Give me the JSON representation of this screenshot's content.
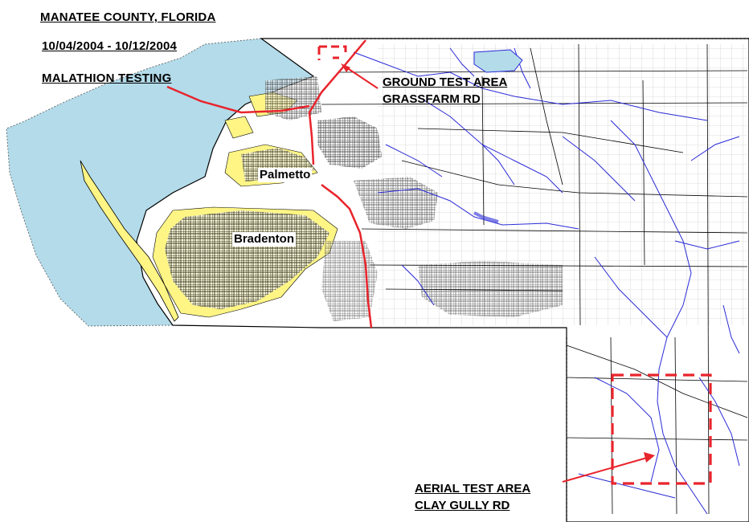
{
  "titles": {
    "county": "MANATEE COUNTY, FLORIDA",
    "dates": "10/04/2004 - 10/12/2004",
    "subject": "MALATHION TESTING"
  },
  "places": {
    "palmetto": "Palmetto",
    "bradenton": "Bradenton"
  },
  "callouts": {
    "ground_line1": "GROUND TEST AREA",
    "ground_line2": "GRASSFARM RD",
    "aerial_line1": "AERIAL TEST AREA",
    "aerial_line2": "CLAY GULLY RD"
  },
  "colors": {
    "water": "#b3dbea",
    "urban": "#fff585",
    "highway": "#e8242c",
    "test_area": "#e8242c",
    "streams": "#2a2ad8",
    "roads": "#000000"
  }
}
